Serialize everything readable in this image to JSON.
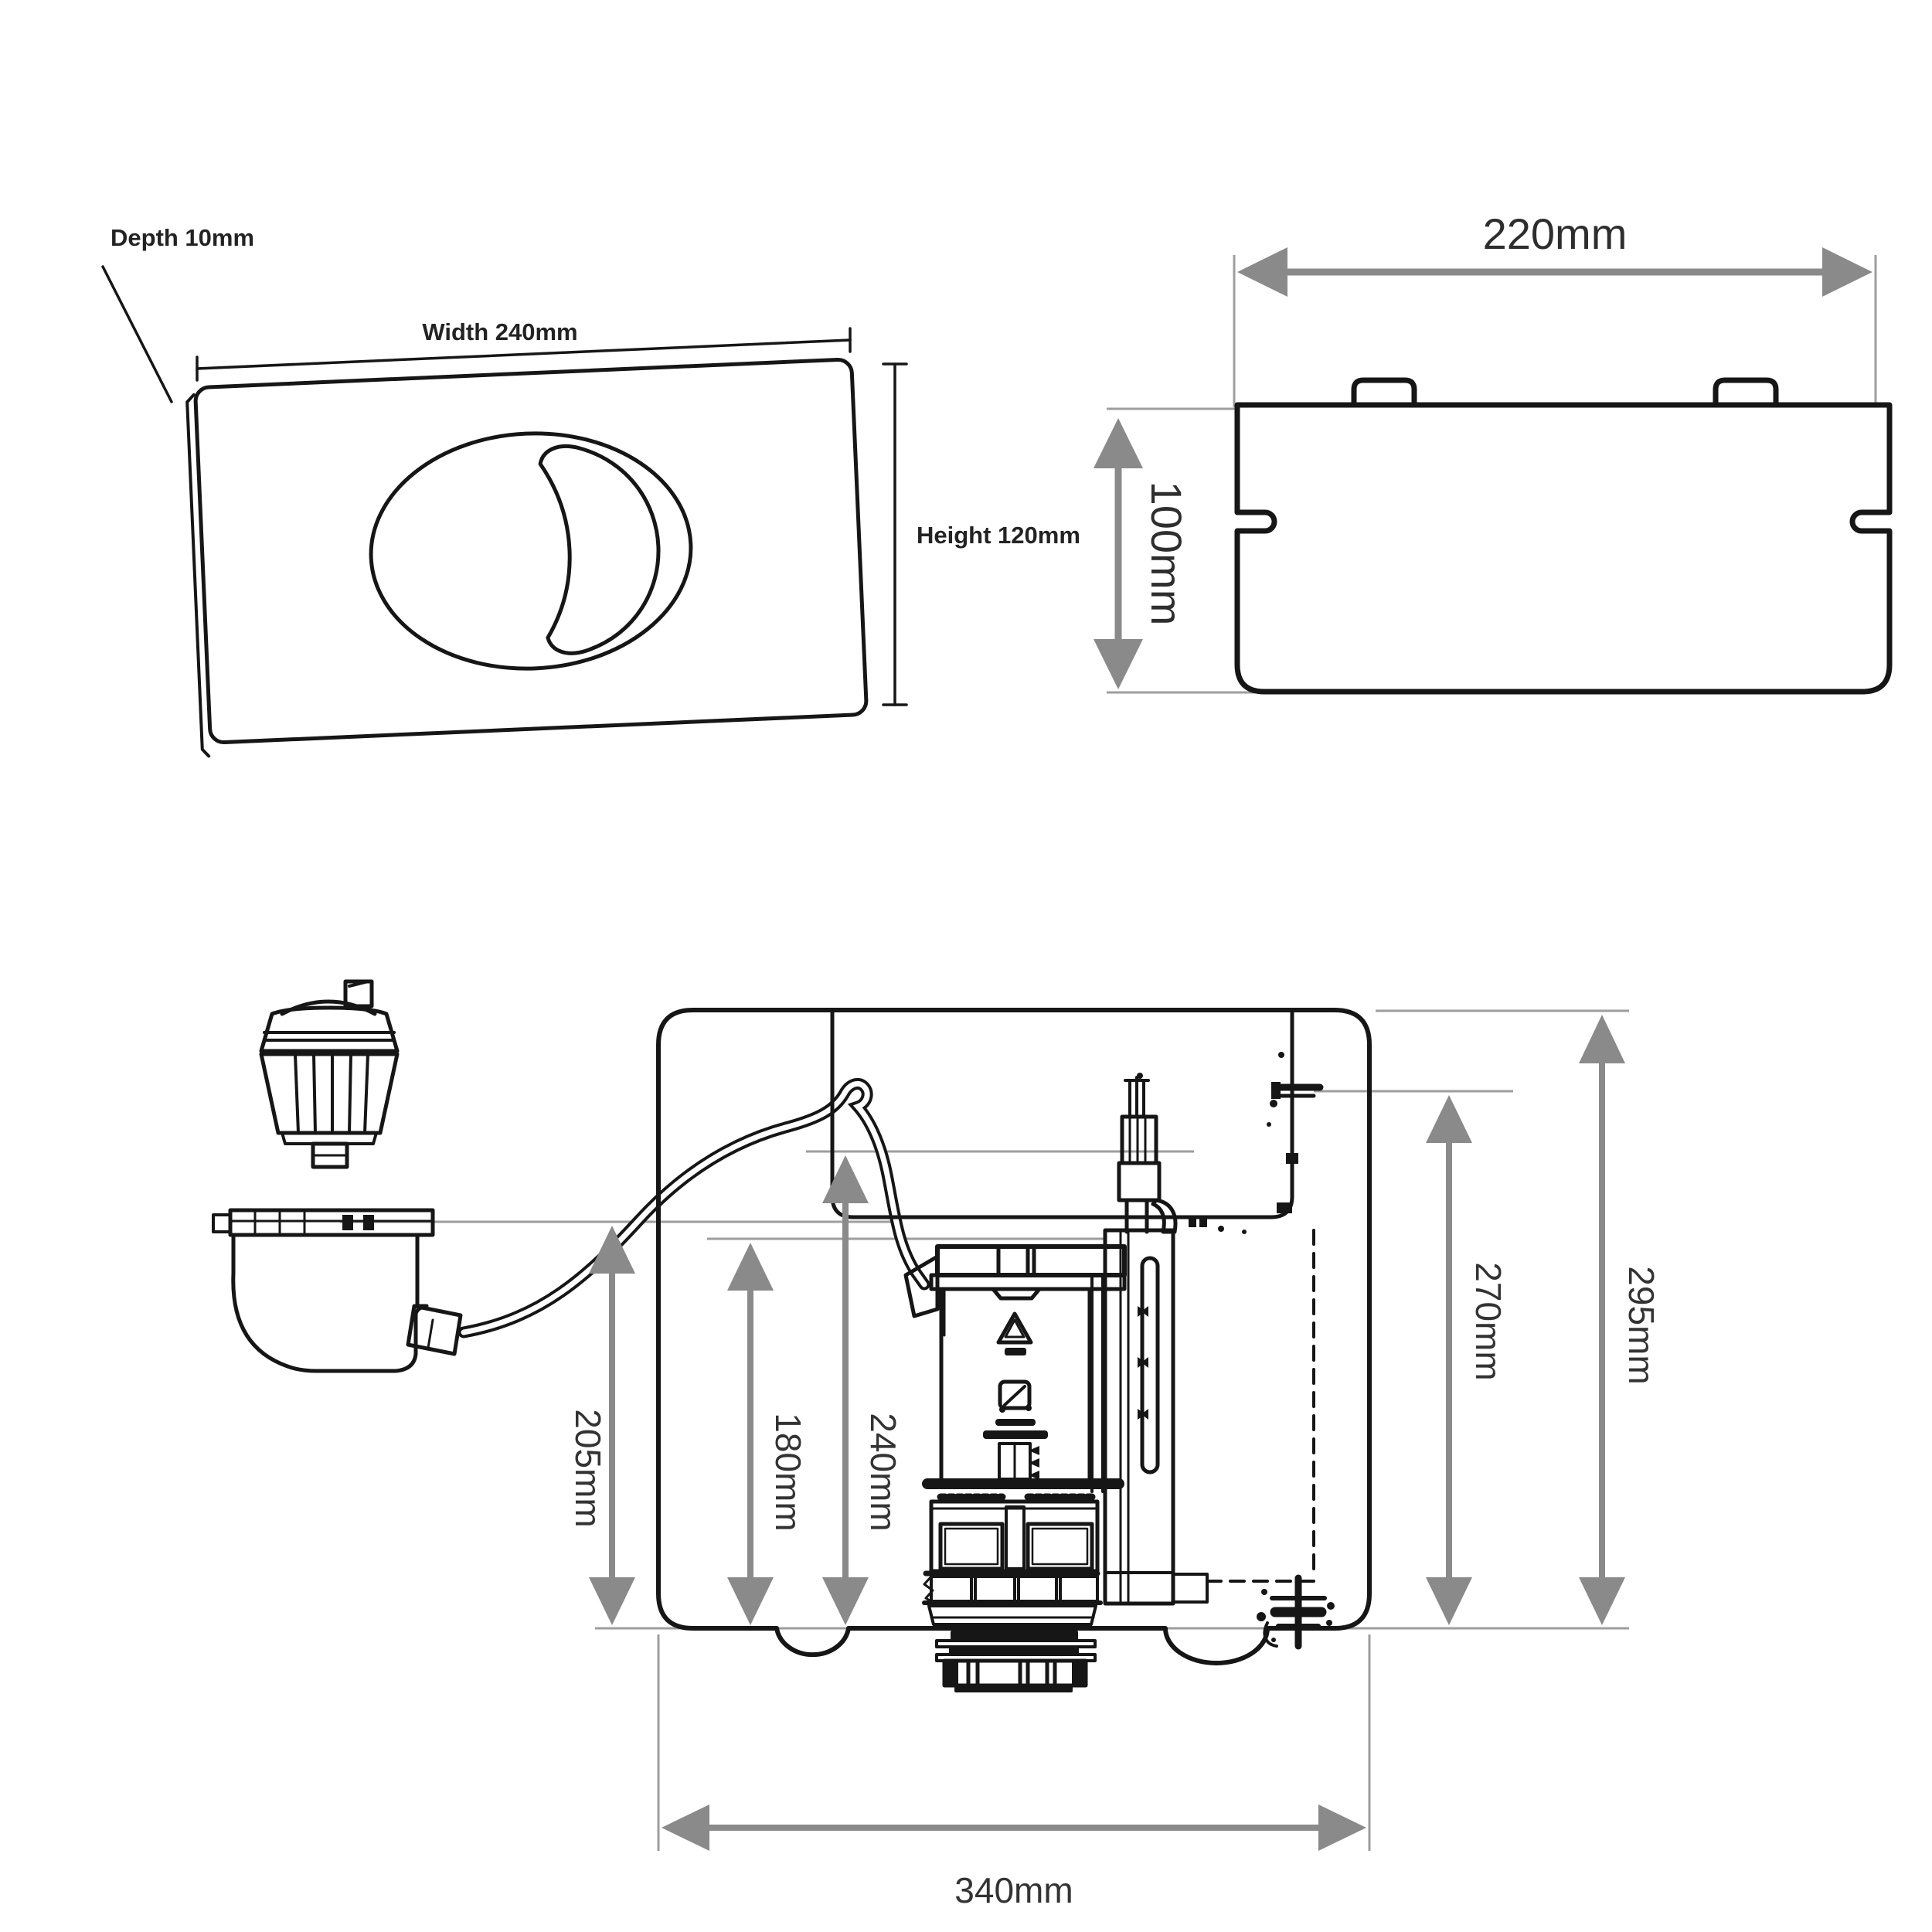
{
  "diagram_title": "Concealed cistern dimension drawing",
  "flush_plate": {
    "depth_label": "Depth 10mm",
    "width_label": "Width 240mm",
    "height_label": "Height 120mm"
  },
  "front_access_box": {
    "width_label": "220mm",
    "height_label": "100mm"
  },
  "main_cistern": {
    "pump_height_label": "205mm",
    "valve_height_label": "180mm",
    "overflow_height_label": "240mm",
    "inlet_height_label": "270mm",
    "total_height_label": "295mm",
    "total_width_label": "340mm"
  },
  "icons": {
    "recycle_icon": "recycling triangle marking on flush valve",
    "certification_icon": "moulding certification marking on flush valve"
  },
  "colors": {
    "line": "#161616",
    "dimension_arrow": "#8a8a8a",
    "extension_line": "#9e9e9e",
    "label_text": "#232323"
  }
}
